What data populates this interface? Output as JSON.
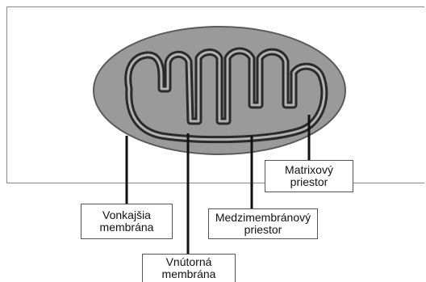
{
  "labels": {
    "outer_membrane": {
      "line1": "Vonkajšia",
      "line2": "membrána"
    },
    "inner_membrane": {
      "line1": "Vnútorná",
      "line2": "membrána"
    },
    "intermembrane_space": {
      "line1": "Medzimembránový",
      "line2": "priestor"
    },
    "matrix_space": {
      "line1": "Matrixový",
      "line2": "priestor"
    }
  },
  "colors": {
    "membrane_fill": "#9a9a9a",
    "membrane_line": "#2a2a2a",
    "leader_line": "#111111"
  }
}
